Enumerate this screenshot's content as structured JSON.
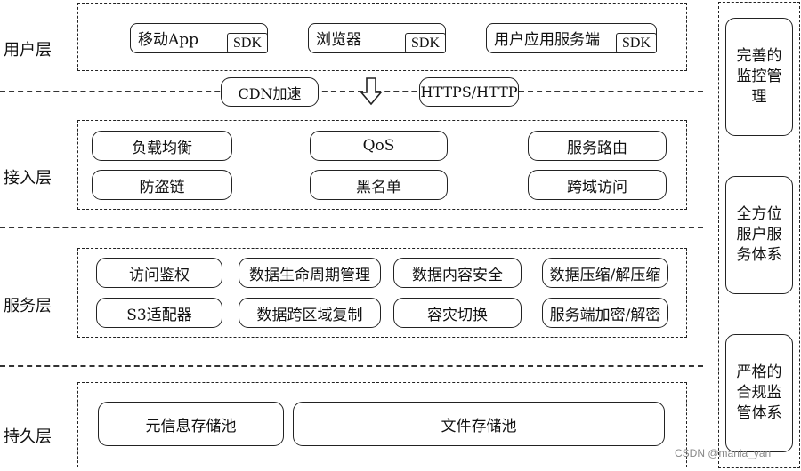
{
  "layers": {
    "user": {
      "label": "用户层",
      "clients": [
        {
          "name": "移动App",
          "sdk": "SDK"
        },
        {
          "name": "浏览器",
          "sdk": "SDK"
        },
        {
          "name": "用户应用服务端",
          "sdk": "SDK"
        }
      ]
    },
    "connector": {
      "left": "CDN加速",
      "right": "HTTPS/HTTP",
      "arrow_icon": "down-arrow-icon"
    },
    "access": {
      "label": "接入层",
      "items": [
        "负载均衡",
        "QoS",
        "服务路由",
        "防盗链",
        "黑名单",
        "跨域访问"
      ]
    },
    "service": {
      "label": "服务层",
      "items": [
        "访问鉴权",
        "数据生命周期管理",
        "数据内容安全",
        "数据压缩/解压缩",
        "S3适配器",
        "数据跨区域复制",
        "容灾切换",
        "服务端加密/解密"
      ]
    },
    "persistence": {
      "label": "持久层",
      "items": [
        "元信息存储池",
        "文件存储池"
      ]
    }
  },
  "side_panel": [
    "完善的监控管理",
    "全方位服户服务体系",
    "严格的合规监管体系"
  ],
  "watermark": "CSDN @mania_yan"
}
